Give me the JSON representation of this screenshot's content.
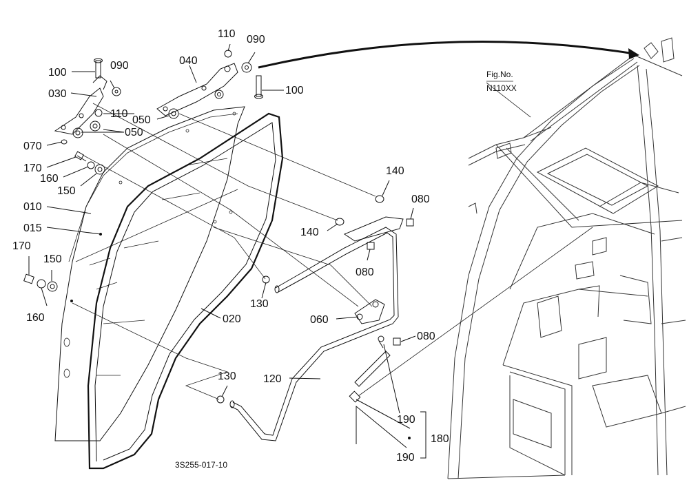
{
  "figure": {
    "ref_top": "Fig.No.",
    "ref_code": "N110XX",
    "drawing_code": "3S255-017-10"
  },
  "labels": {
    "p100a": "100",
    "p090a": "090",
    "p030": "030",
    "p110a": "110",
    "p050a": "050",
    "p070": "070",
    "p170a": "170",
    "p160a": "160",
    "p150a": "150",
    "p010": "010",
    "p015": "015",
    "p170b": "170",
    "p150b": "150",
    "p160b": "160",
    "p110b": "110",
    "p090b": "090",
    "p040": "040",
    "p050b": "050",
    "p100b": "100",
    "p140a": "140",
    "p080a": "080",
    "p140b": "140",
    "p080b": "080",
    "p130a": "130",
    "p020": "020",
    "p060": "060",
    "p080c": "080",
    "p130b": "130",
    "p120": "120",
    "p190a": "190",
    "p180": "180",
    "p190b": "190"
  }
}
